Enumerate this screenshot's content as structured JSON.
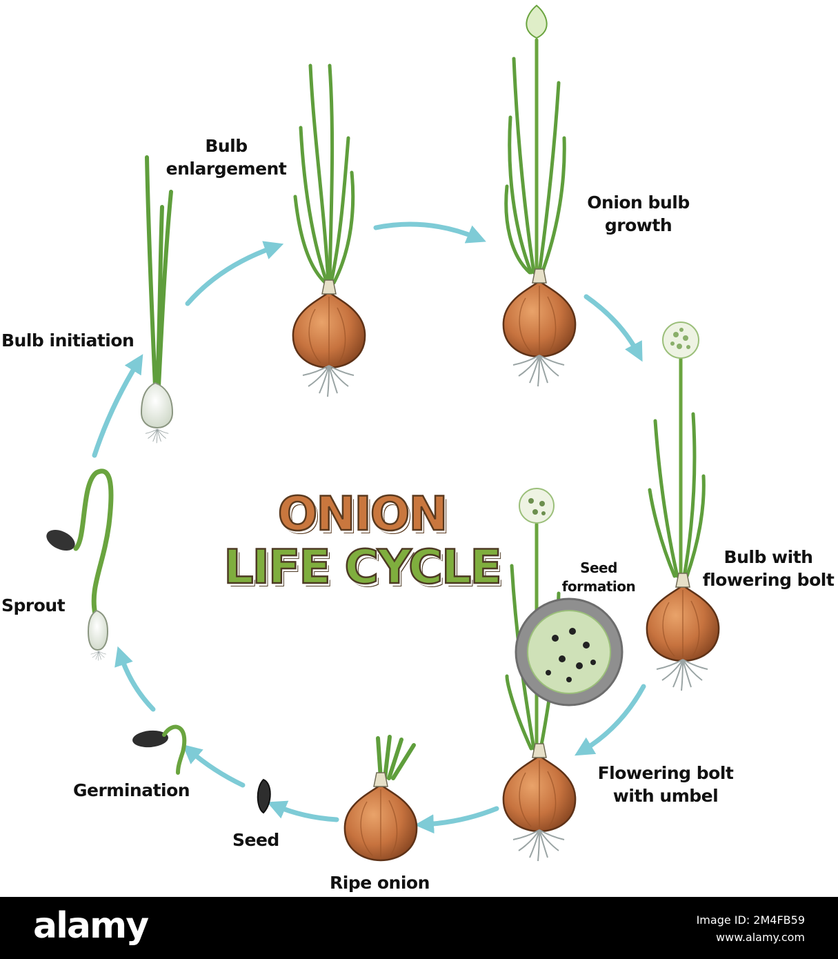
{
  "diagram": {
    "title_line1": "ONION",
    "title_line2": "LIFE CYCLE",
    "stages": {
      "bulb_initiation": "Bulb initiation",
      "bulb_enlargement": [
        "Bulb",
        "enlargement"
      ],
      "onion_bulb_growth": [
        "Onion bulb",
        "growth"
      ],
      "bulb_with_flowering_bolt": [
        "Bulb with",
        "flowering bolt"
      ],
      "seed_formation": [
        "Seed",
        "formation"
      ],
      "flowering_bolt_with_umbel": [
        "Flowering bolt",
        "with umbel"
      ],
      "ripe_onion": "Ripe onion",
      "seed": "Seed",
      "germination": "Germination",
      "sprout": "Sprout"
    },
    "colors": {
      "arrow": "#7ecbd6",
      "leaf": "#5f9e3c",
      "bulb": "#c7733f",
      "title_top": "#c9773e",
      "title_bottom": "#7fae3e"
    }
  },
  "footer": {
    "brand": "alamy",
    "image_id_line": "Image ID: 2M4FB59",
    "site": "www.alamy.com"
  }
}
